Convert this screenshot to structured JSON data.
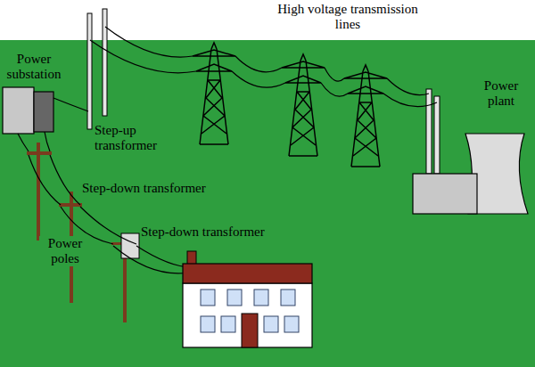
{
  "diagram": {
    "labels": [
      "High voltage transmission lines",
      "Power substation",
      "Power plant",
      "Step-up transformer",
      "Step-down transformer",
      "Power poles",
      "Step-down transformer"
    ]
  }
}
